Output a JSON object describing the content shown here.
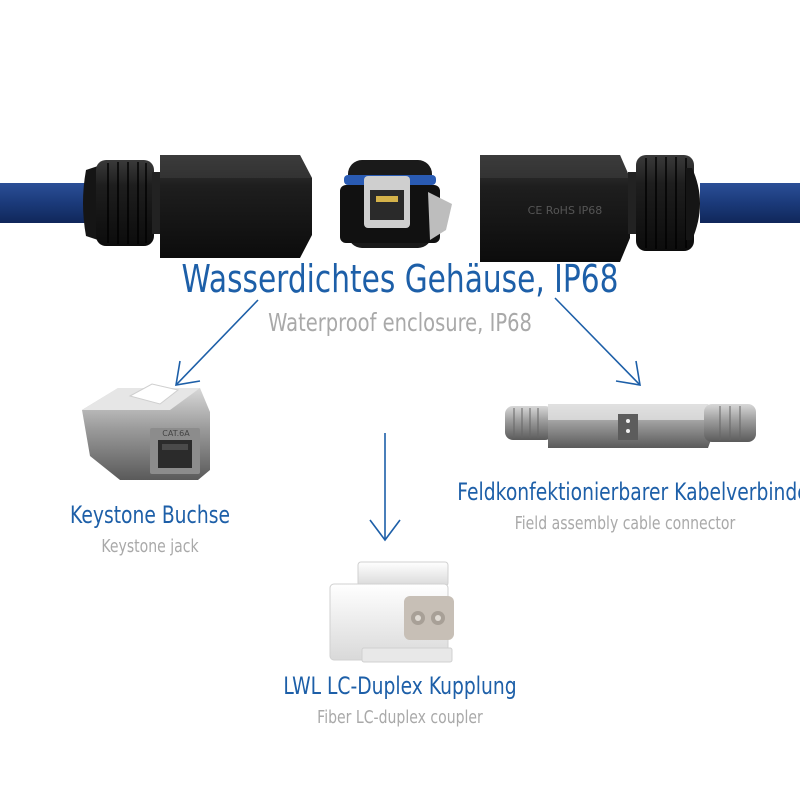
{
  "colors": {
    "title_blue": "#1d5fa8",
    "subtitle_gray": "#a9a9a9",
    "cable_blue": "#1b3a7a",
    "housing_black": "#1a1a1a"
  },
  "housing": {
    "label_de": "Wasserdichtes Gehäuse, IP68",
    "label_en": "Waterproof enclosure, IP68",
    "marking": "CE RoHS IP68"
  },
  "keystone": {
    "label_de": "Keystone Buchse",
    "label_en": "Keystone jack",
    "marking": "CAT.6A"
  },
  "field_connector": {
    "label_de": "Feldkonfektionierbarer Kabelverbinder",
    "label_en": "Field assembly cable connector"
  },
  "lc_coupler": {
    "label_de": "LWL LC-Duplex Kupplung",
    "label_en": "Fiber LC-duplex coupler"
  },
  "icons": [
    "arrow-down-left-icon",
    "arrow-down-icon",
    "arrow-down-right-icon"
  ]
}
